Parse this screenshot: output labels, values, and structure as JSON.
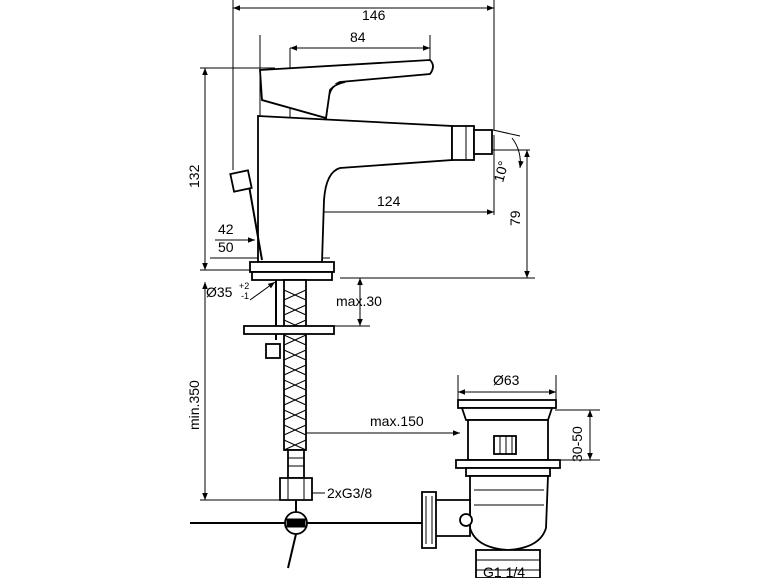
{
  "dimensions": {
    "overall_width": "146",
    "lever_width": "84",
    "height": "132",
    "spout_reach": "124",
    "spout_height": "79",
    "rod_offset": "42",
    "base_offset": "50",
    "base_diameter": "Ø35",
    "base_diameter_tol_upper": "+2",
    "base_diameter_tol_lower": "-1",
    "max_thickness": "max.30",
    "min_length": "min.350",
    "max_reach": "max.150",
    "connection": "2xG3/8",
    "waste_diameter": "Ø63",
    "waste_height": "30-50",
    "waste_thread": "G1 1/4",
    "angle": "10°"
  }
}
